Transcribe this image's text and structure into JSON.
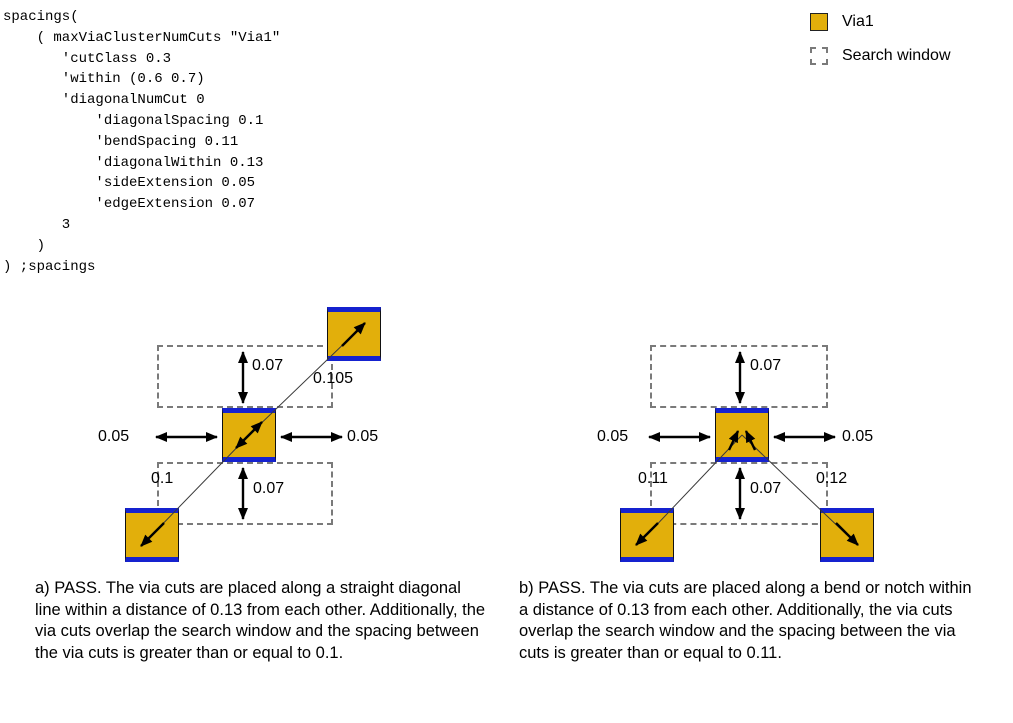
{
  "code": {
    "lines": [
      "spacings(",
      "    ( maxViaClusterNumCuts \"Via1\"",
      "       'cutClass 0.3",
      "       'within (0.6 0.7)",
      "       'diagonalNumCut 0",
      "           'diagonalSpacing 0.1",
      "           'bendSpacing 0.11",
      "           'diagonalWithin 0.13",
      "           'sideExtension 0.05",
      "           'edgeExtension 0.07",
      "       3",
      "    )",
      ") ;spacings"
    ]
  },
  "legend": {
    "items": [
      {
        "label": "Via1"
      },
      {
        "label": "Search window"
      }
    ]
  },
  "colors": {
    "via_fill": "#E2AF0B",
    "via_bar": "#1522CF",
    "window_dash": "#7a7a7a"
  },
  "diagram_a": {
    "labels": {
      "top_gap": "0.07",
      "bottom_gap": "0.07",
      "left_gap": "0.05",
      "right_gap": "0.05",
      "diag_upper": "0.105",
      "diag_lower": "0.1"
    },
    "caption": "a) PASS. The via cuts are placed along a straight diagonal line within a distance of 0.13 from each other. Additionally, the via cuts overlap the search window and the spacing between the via cuts is greater than or equal to 0.1."
  },
  "diagram_b": {
    "labels": {
      "top_gap": "0.07",
      "bottom_gap": "0.07",
      "left_gap": "0.05",
      "right_gap": "0.05",
      "diag_left": "0.11",
      "diag_right": "0.12"
    },
    "caption": "b) PASS. The via cuts are placed along a bend or notch within a distance of 0.13 from each other. Additionally, the via cuts overlap the search window and the spacing between the via cuts is greater than or equal to 0.11."
  }
}
